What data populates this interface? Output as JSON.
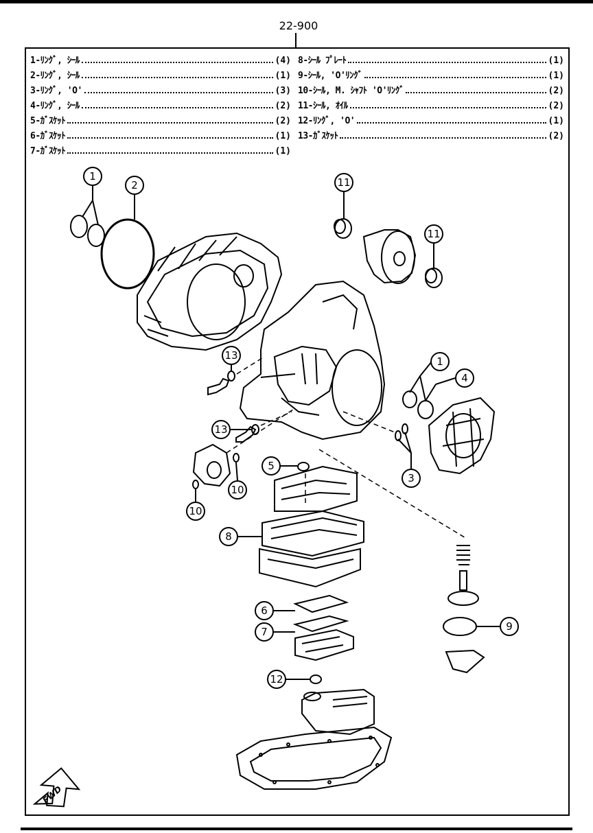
{
  "header": {
    "page_number": "22-900"
  },
  "legend_left": [
    {
      "name": "1-ﾘﾝｸﾞ, ｼｰﾙ",
      "qty": "(4)"
    },
    {
      "name": "2-ﾘﾝｸﾞ, ｼｰﾙ",
      "qty": "(1)"
    },
    {
      "name": "3-ﾘﾝｸﾞ, 'O'",
      "qty": "(3)"
    },
    {
      "name": "4-ﾘﾝｸﾞ, ｼｰﾙ",
      "qty": "(2)"
    },
    {
      "name": "5-ｶﾞｽｹｯﾄ",
      "qty": "(2)"
    },
    {
      "name": "6-ｶﾞｽｹｯﾄ",
      "qty": "(1)"
    },
    {
      "name": "7-ｶﾞｽｹｯﾄ",
      "qty": "(1)"
    }
  ],
  "legend_right": [
    {
      "name": "8-ｼｰﾙ ﾌﾟﾚｰﾄ",
      "qty": "(1)"
    },
    {
      "name": "9-ｼｰﾙ, 'O'ﾘﾝｸﾞ",
      "qty": "(1)"
    },
    {
      "name": "10-ｼｰﾙ, M. ｼｬﾌﾄ 'O'ﾘﾝｸﾞ",
      "qty": "(2)"
    },
    {
      "name": "11-ｼｰﾙ, ｵｲﾙ",
      "qty": "(2)"
    },
    {
      "name": "12-ﾘﾝｸﾞ, 'O'",
      "qty": "(1)"
    },
    {
      "name": "13-ｶﾞｽｹｯﾄ",
      "qty": "(2)"
    }
  ],
  "callouts": {
    "c1a": "1",
    "c2": "2",
    "c11a": "11",
    "c11b": "11",
    "c13a": "13",
    "c1b": "1",
    "c4": "4",
    "c13b": "13",
    "c3": "3",
    "c5": "5",
    "c10a": "10",
    "c10b": "10",
    "c8": "8",
    "c6": "6",
    "c7": "7",
    "c9": "9",
    "c12": "12"
  },
  "fwd_label": "FWD"
}
